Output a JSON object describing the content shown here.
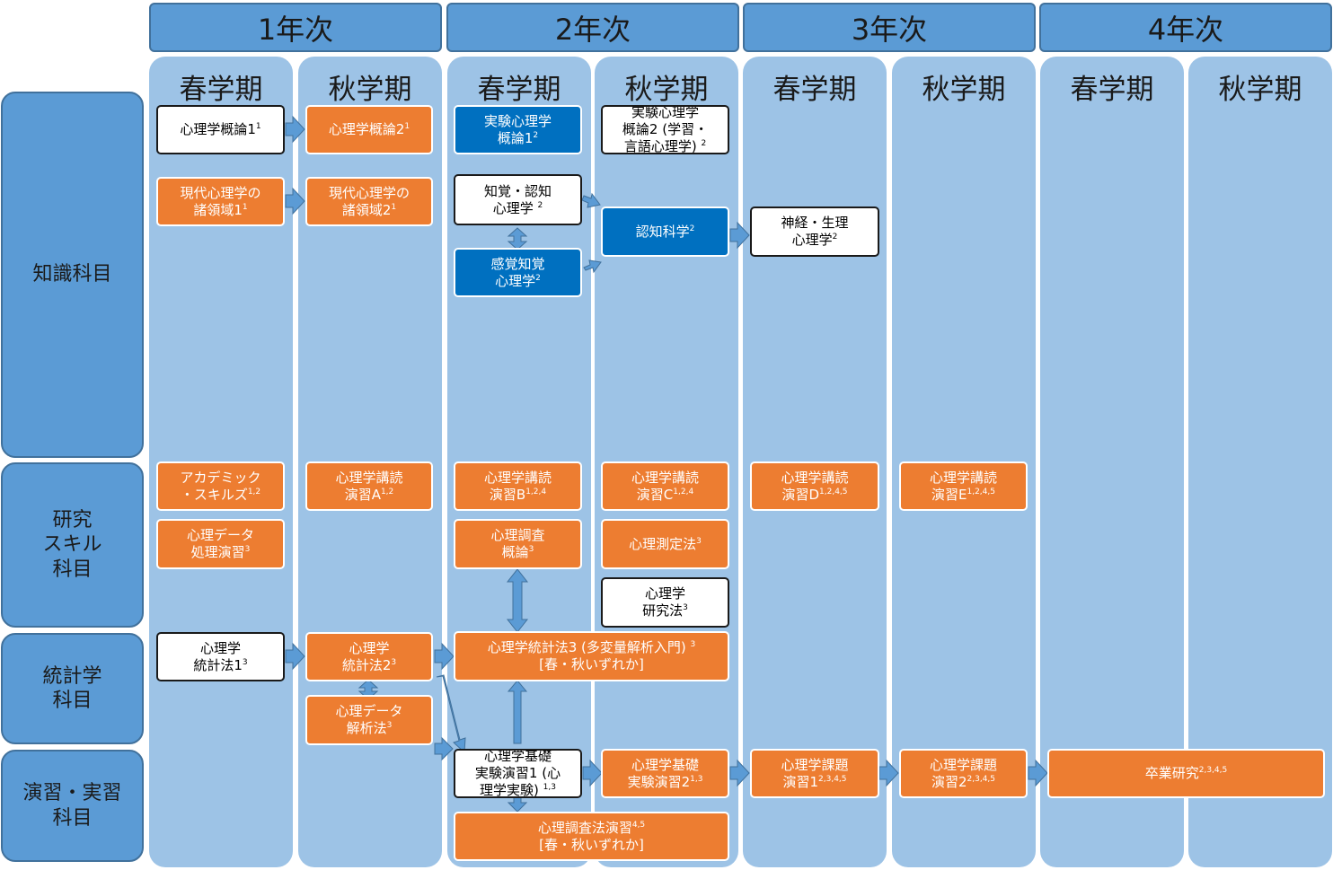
{
  "years": [
    "1年次",
    "2年次",
    "3年次",
    "4年次"
  ],
  "semesters": [
    "春学期",
    "秋学期",
    "春学期",
    "秋学期",
    "春学期",
    "秋学期",
    "春学期",
    "秋学期"
  ],
  "categories": [
    "知識科目",
    "研究\nスキル\n科目",
    "統計学\n科目",
    "演習・実習\n科目"
  ],
  "courses": [
    {
      "id": "c1",
      "text": "心理学概論1",
      "sup": "1",
      "style": "white"
    },
    {
      "id": "c2",
      "text": "心理学概論2",
      "sup": "1",
      "style": "orange"
    },
    {
      "id": "c3",
      "text": "実験心理学\n概論1",
      "sup": "2",
      "style": "blue"
    },
    {
      "id": "c4",
      "text": "実験心理学\n概論2 (学習・\n言語心理学) ",
      "sup": "2",
      "style": "white"
    },
    {
      "id": "c5",
      "text": "現代心理学の\n諸領域1",
      "sup": "1",
      "style": "orange"
    },
    {
      "id": "c6",
      "text": "現代心理学の\n諸領域2",
      "sup": "1",
      "style": "orange"
    },
    {
      "id": "c7",
      "text": "知覚・認知\n心理学 ",
      "sup": "2",
      "style": "white"
    },
    {
      "id": "c8",
      "text": "認知科学",
      "sup": "2",
      "style": "blue"
    },
    {
      "id": "c9",
      "text": "神経・生理\n心理学",
      "sup": "2",
      "style": "white"
    },
    {
      "id": "c10",
      "text": "感覚知覚\n心理学",
      "sup": "2",
      "style": "blue"
    },
    {
      "id": "c11",
      "text": "アカデミック\n・スキルズ",
      "sup": "1,2",
      "style": "orange"
    },
    {
      "id": "c12",
      "text": "心理学講読\n演習A",
      "sup": "1,2",
      "style": "orange"
    },
    {
      "id": "c13",
      "text": "心理学講読\n演習B",
      "sup": "1,2,4",
      "style": "orange"
    },
    {
      "id": "c14",
      "text": "心理学講読\n演習C",
      "sup": "1,2,4",
      "style": "orange"
    },
    {
      "id": "c15",
      "text": "心理学講読\n演習D",
      "sup": "1,2,4,5",
      "style": "orange"
    },
    {
      "id": "c16",
      "text": "心理学講読\n演習E",
      "sup": "1,2,4,5",
      "style": "orange"
    },
    {
      "id": "c17",
      "text": "心理データ\n処理演習",
      "sup": "3",
      "style": "orange"
    },
    {
      "id": "c18",
      "text": "心理調査\n概論",
      "sup": "3",
      "style": "orange"
    },
    {
      "id": "c19",
      "text": "心理測定法",
      "sup": "3",
      "style": "orange"
    },
    {
      "id": "c20",
      "text": "心理学\n研究法",
      "sup": "3",
      "style": "white"
    },
    {
      "id": "c21",
      "text": "心理学\n統計法1",
      "sup": "3",
      "style": "white"
    },
    {
      "id": "c22",
      "text": "心理学\n統計法2",
      "sup": "3",
      "style": "orange"
    },
    {
      "id": "c23",
      "text": "心理学統計法3 (多変量解析入門) \n[春・秋いずれか]",
      "sup": "3",
      "style": "orange"
    },
    {
      "id": "c24",
      "text": "心理データ\n解析法",
      "sup": "3",
      "style": "orange"
    },
    {
      "id": "c25",
      "text": "心理学基礎\n実験演習1 (心\n理学実験) ",
      "sup": "1,3",
      "style": "white"
    },
    {
      "id": "c26",
      "text": "心理学基礎\n実験演習2",
      "sup": "1,3",
      "style": "orange"
    },
    {
      "id": "c27",
      "text": "心理学課題\n演習1",
      "sup": "2,3,4,5",
      "style": "orange"
    },
    {
      "id": "c28",
      "text": "心理学課題\n演習2",
      "sup": "2,3,4,5",
      "style": "orange"
    },
    {
      "id": "c29",
      "text": "卒業研究",
      "sup": "2,3,4,5",
      "style": "orange"
    },
    {
      "id": "c30",
      "text": "心理調査法演習\n[春・秋いずれか]",
      "sup": "4,5",
      "style": "orange"
    }
  ],
  "colors": {
    "year": "#5b9bd5",
    "semester": "#9dc3e6",
    "orange": "#ed7d31",
    "blue": "#0070c0",
    "arrow": "#5b9bd5"
  }
}
